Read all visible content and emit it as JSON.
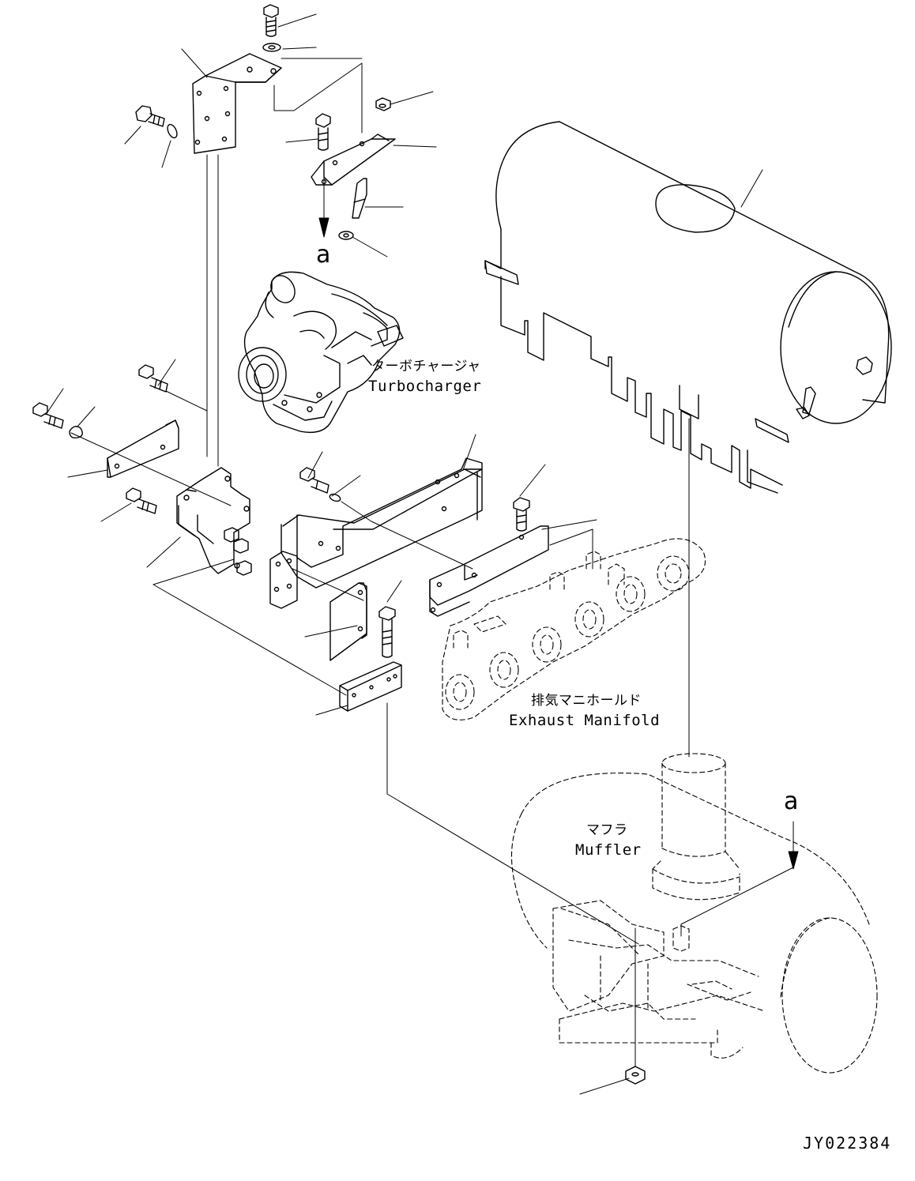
{
  "labels": {
    "turbocharger_jp": "ターボチャージャ",
    "turbocharger_en": "Turbocharger",
    "manifold_jp": "排気マニホールド",
    "manifold_en": "Exhaust Manifold",
    "muffler_jp": "マフラ",
    "muffler_en": "Muffler"
  },
  "callouts": {
    "arrow_a_top": "a",
    "arrow_a_right": "a"
  },
  "document_id": "JY022384",
  "colors": {
    "line": "#000000",
    "background": "#ffffff"
  }
}
